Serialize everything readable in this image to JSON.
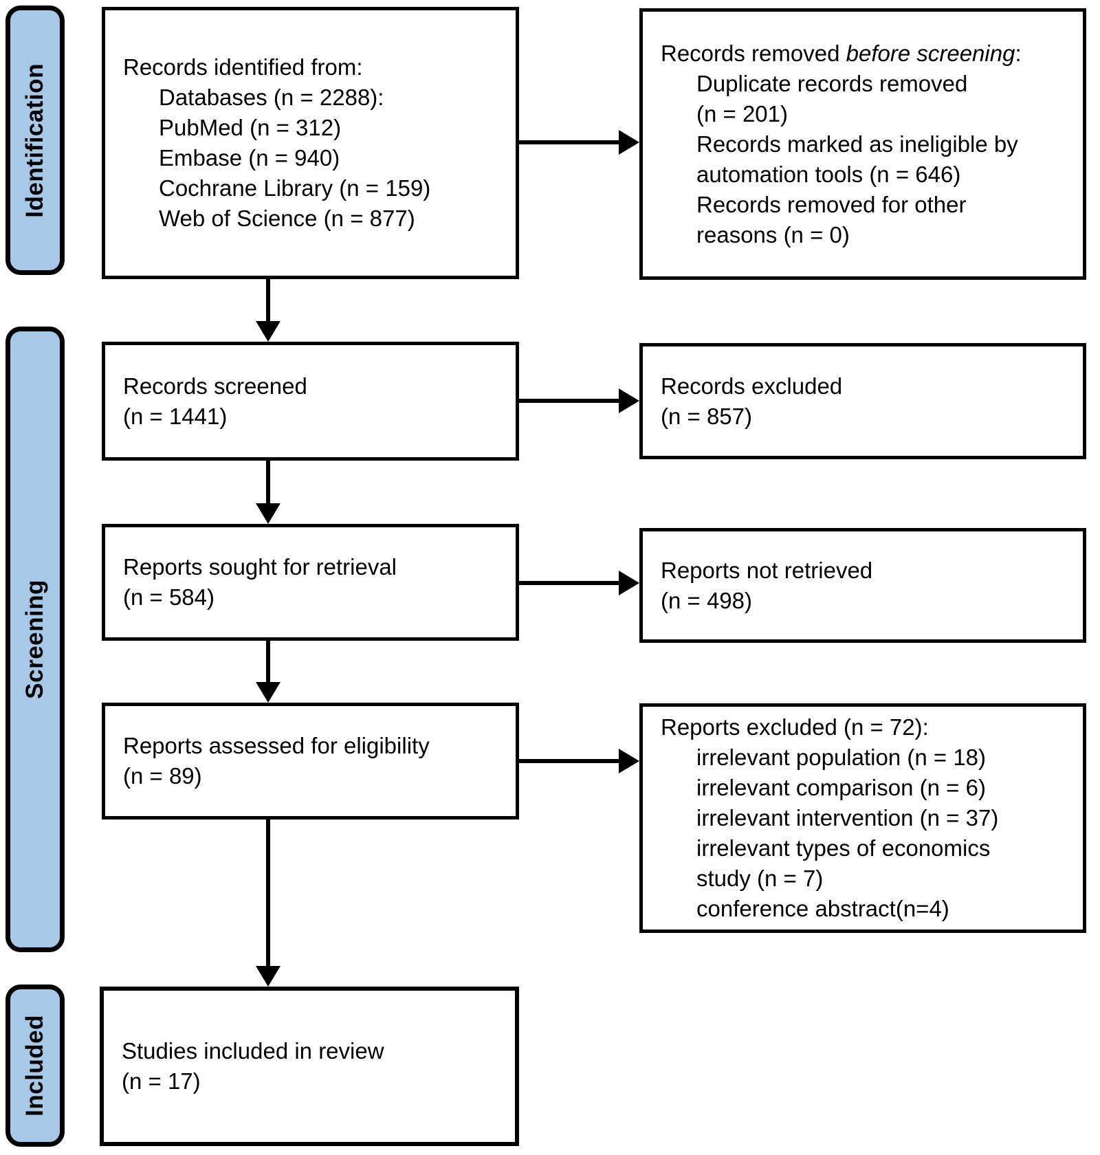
{
  "figure_type": "PRISMA flow diagram",
  "colors": {
    "stage_fill": "#A8C8E8",
    "border": "#000000",
    "background": "#FFFFFF",
    "text": "#000000"
  },
  "stages": {
    "identification": "Identification",
    "screening": "Screening",
    "included": "Included"
  },
  "boxes": {
    "identified": {
      "title": "Records identified from:",
      "items": [
        "Databases (n = 2288):",
        "PubMed (n = 312)",
        "Embase (n = 940)",
        "Cochrane Library (n = 159)",
        "Web of Science (n = 877)"
      ]
    },
    "removed": {
      "title_prefix": "Records removed ",
      "title_italic": "before screening",
      "title_suffix": ":",
      "items": [
        "Duplicate records removed",
        "(n = 201)",
        "Records marked as ineligible by",
        "automation tools (n = 646)",
        "Records removed for other",
        "reasons (n = 0)"
      ]
    },
    "screened": {
      "lines": [
        "Records screened",
        "(n = 1441)"
      ]
    },
    "records_excluded": {
      "lines": [
        "Records excluded",
        "(n = 857)"
      ]
    },
    "sought": {
      "lines": [
        "Reports sought for retrieval",
        "(n = 584)"
      ]
    },
    "not_retrieved": {
      "lines": [
        "Reports not retrieved",
        "(n = 498)"
      ]
    },
    "assessed": {
      "lines": [
        "Reports assessed for eligibility",
        "(n = 89)"
      ]
    },
    "reports_excluded": {
      "title": "Reports excluded (n = 72):",
      "items": [
        "irrelevant population (n = 18)",
        "irrelevant comparison (n = 6)",
        "irrelevant intervention (n = 37)",
        "irrelevant types of economics",
        "study (n = 7)",
        "conference abstract(n=4)"
      ]
    },
    "included_studies": {
      "lines": [
        "Studies included in review",
        "(n = 17)"
      ]
    }
  }
}
